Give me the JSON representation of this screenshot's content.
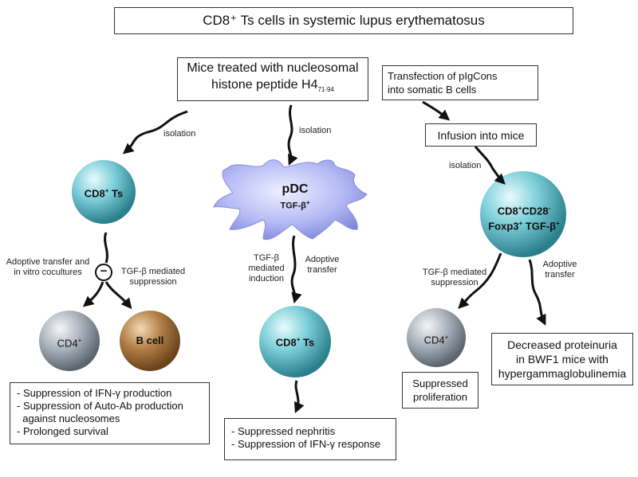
{
  "title": "CD8⁺ Ts cells in systemic lupus erythematosus",
  "boxes": {
    "mice_treated": {
      "line1": "Mice treated with nucleosomal",
      "line2_main": "histone peptide H4",
      "line2_sub": "71-94"
    },
    "transfection": {
      "line1": "Transfection of pIgCons",
      "line2": "into somatic B cells"
    },
    "infusion": "Infusion into mice",
    "left_outcomes": [
      "- Suppression of IFN-γ production",
      "- Suppression of Auto-Ab production",
      "  against nucleosomes",
      "- Prolonged survival"
    ],
    "middle_outcomes": [
      "- Suppressed nephritis",
      "- Suppression of IFN-γ  response"
    ],
    "suppressed_prolif": [
      "Suppressed",
      "proliferation"
    ],
    "decreased_proteinuria": [
      "Decreased proteinuria",
      "in BWF1 mice with",
      "hypergammaglobulinemia"
    ]
  },
  "cells": {
    "cd8ts_left": {
      "main": "CD8",
      "sup": "+",
      "rest": " Ts"
    },
    "pdc": {
      "line1": "pDC",
      "line2_main": "TGF-β",
      "line2_sup": "+"
    },
    "cd4_left": {
      "main": "CD4",
      "sup": "+"
    },
    "bcell": "B cell",
    "cd8ts_mid": {
      "main": "CD8",
      "sup": "+",
      "rest": " Ts"
    },
    "cd8_right": {
      "l1a": "CD8",
      "l1a_sup": "+",
      "l1b": "CD28",
      "l1b_sup": "-",
      "l2a": "Foxp3",
      "l2a_sup": "+",
      "l2b": " TGF-β",
      "l2b_sup": "+"
    },
    "cd4_right": {
      "main": "CD4",
      "sup": "+"
    }
  },
  "labels": {
    "isolation_left": "isolation",
    "isolation_mid": "isolation",
    "isolation_right": "isolation",
    "adoptive_transfer_cocultures": [
      "Adoptive transfer and",
      "in vitro cocultures"
    ],
    "tgfb_suppression_left": [
      "TGF-β mediated",
      "suppression"
    ],
    "minus_sign": "−",
    "tgfb_induction": [
      "TGF-β",
      "mediated",
      "induction"
    ],
    "adoptive_transfer_mid": [
      "Adoptive",
      "transfer"
    ],
    "tgfb_suppression_right": [
      "TGF-β mediated",
      "suppression"
    ],
    "adoptive_transfer_right": [
      "Adoptive",
      "transfer"
    ]
  },
  "colors": {
    "teal_cell": "#4fb8c6",
    "grey_cell": "#9aa3ad",
    "bcell": "#9a6a3c",
    "pdc": "#a9b0f0",
    "arrow": "#111111"
  }
}
